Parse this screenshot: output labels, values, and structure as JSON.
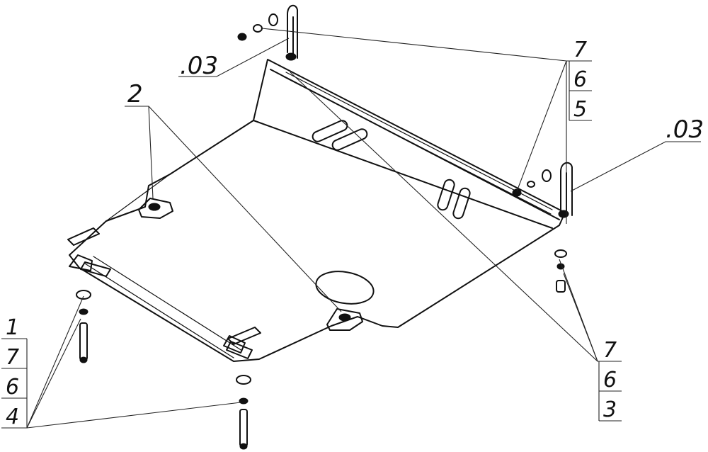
{
  "diagram": {
    "callouts": {
      "part_03_top": ".03",
      "part_03_right": ".03",
      "part_2": "2",
      "stack_top_right": [
        "7",
        "6",
        "5"
      ],
      "stack_bottom_right": [
        "7",
        "6",
        "3"
      ],
      "stack_left": [
        "1",
        "7",
        "6",
        "4"
      ]
    },
    "colors": {
      "ink": "#111111",
      "paper": "#ffffff"
    }
  }
}
